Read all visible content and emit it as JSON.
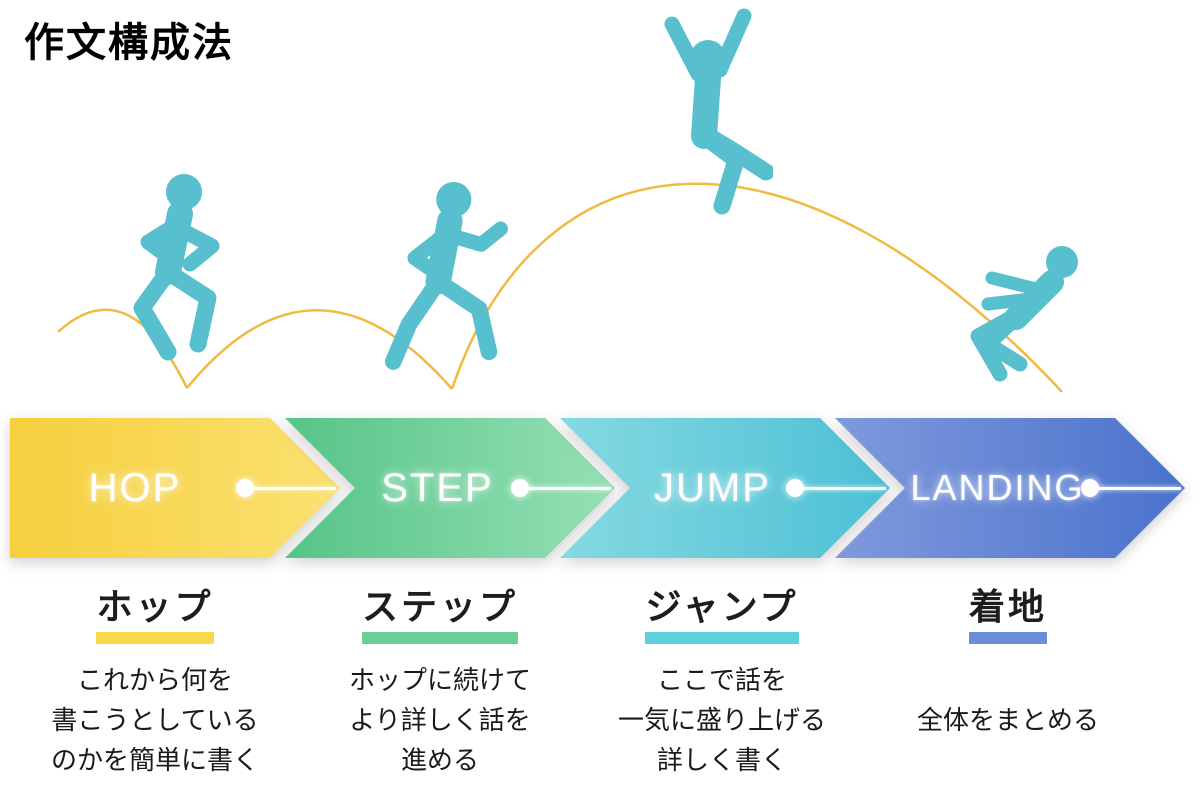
{
  "title": "作文構成法",
  "figure_color": "#58bfce",
  "arc_color": "#efb32c",
  "steps": [
    {
      "label_en": "HOP",
      "label_ja": "ホップ",
      "grad_start": "#f6cf3d",
      "grad_end": "#fae171",
      "underline_color": "#f7d94b",
      "description_lines": [
        "これから何を",
        "書こうとしている",
        "のかを簡単に書く"
      ]
    },
    {
      "label_en": "STEP",
      "label_ja": "ステップ",
      "grad_start": "#56c487",
      "grad_end": "#96e0b6",
      "underline_color": "#6bce94",
      "description_lines": [
        "ホップに続けて",
        "より詳しく話を",
        "進める"
      ]
    },
    {
      "label_en": "JUMP",
      "label_ja": "ジャンプ",
      "grad_start": "#85d9e1",
      "grad_end": "#4cc0d5",
      "underline_color": "#5ed0db",
      "description_lines": [
        "ここで話を",
        "一気に盛り上げる",
        "詳しく書く"
      ]
    },
    {
      "label_en": "LANDING",
      "label_ja": "着地",
      "grad_start": "#8099dc",
      "grad_end": "#4a72cc",
      "underline_color": "#6c8ed9",
      "description_lines": [
        "全体をまとめる"
      ]
    }
  ]
}
